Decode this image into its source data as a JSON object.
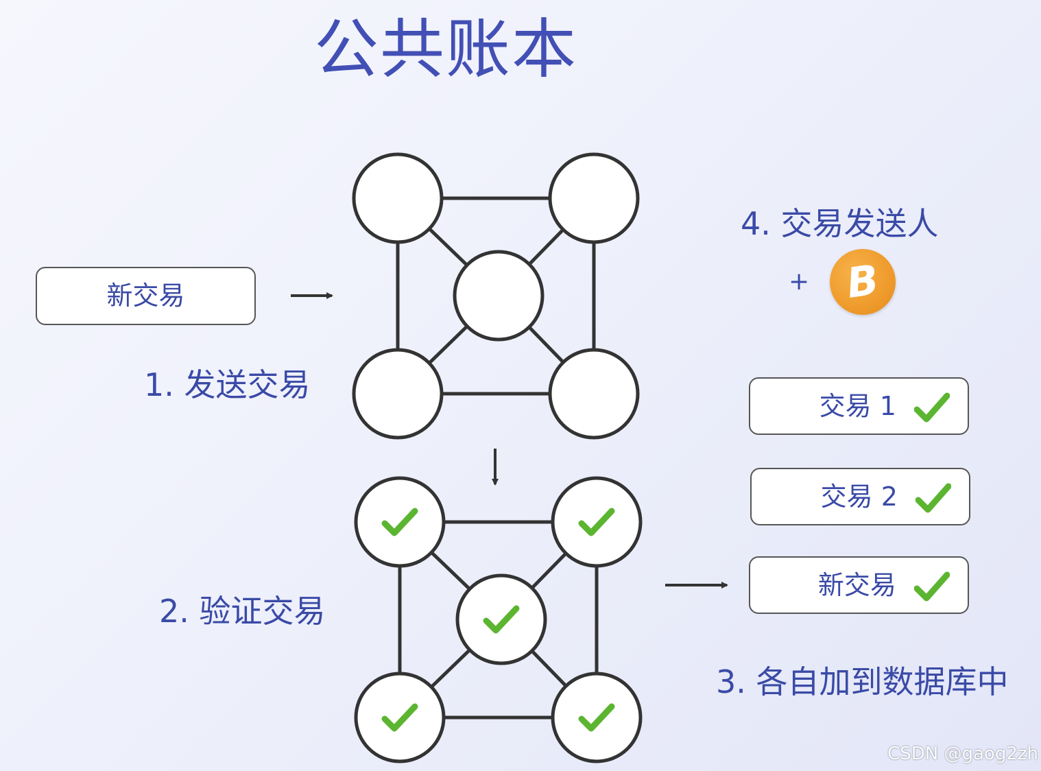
{
  "title": "公共账本",
  "new_transaction_box": "新交易",
  "steps": {
    "step1": "1. 发送交易",
    "step2": "2. 验证交易",
    "step3": "3. 各自加到数据库中",
    "step4": "4. 交易发送人"
  },
  "plus_sign": "+",
  "bitcoin_symbol": "B",
  "ledger_entries": [
    {
      "label": "交易 1"
    },
    {
      "label": "交易 2"
    },
    {
      "label": "新交易"
    }
  ],
  "watermark": "CSDN @gaog2zh",
  "colors": {
    "text_blue": "#3a4aa6",
    "check_green": "#5cb531",
    "bitcoin_orange": "#ef9b2c"
  },
  "icons": {
    "check": "check-icon",
    "bitcoin": "bitcoin-icon",
    "arrow": "arrow-icon"
  }
}
